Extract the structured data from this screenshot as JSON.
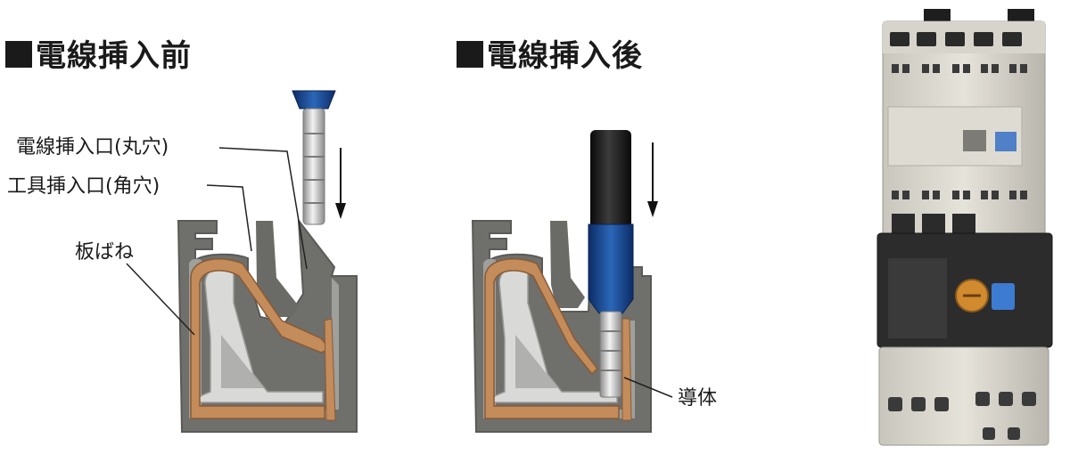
{
  "before": {
    "title": "電線挿入前",
    "labels": {
      "wire_hole": "電線挿入口(丸穴)",
      "tool_hole": "工具挿入口(角穴)",
      "leaf_spring": "板ばね"
    }
  },
  "after": {
    "title": "電線挿入後",
    "labels": {
      "conductor": "導体"
    }
  }
}
